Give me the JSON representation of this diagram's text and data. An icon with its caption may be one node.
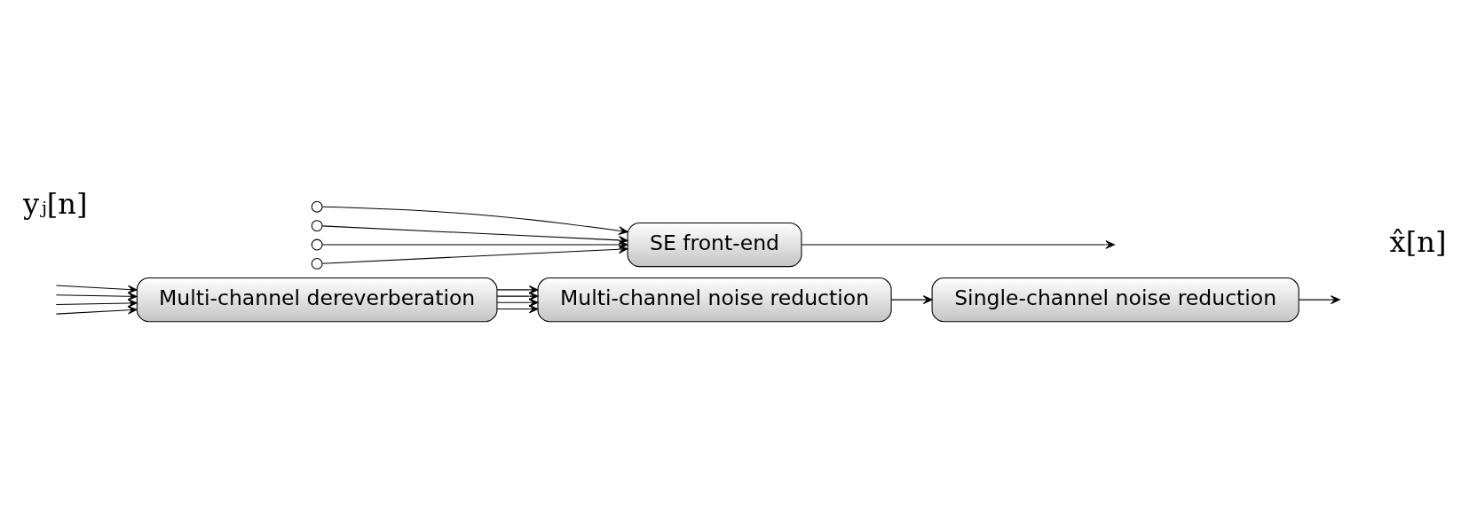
{
  "diagram": {
    "nodes": [
      {
        "text": [],
        "shape": "circle"
      },
      {
        "text": [],
        "shape": "circle"
      },
      {
        "text": [],
        "shape": "circle"
      },
      {
        "text": [],
        "shape": "circle"
      },
      {
        "text": [
          "SE front-end"
        ]
      },
      {
        "text": [
          "Multi-channel dereverberation"
        ]
      },
      {
        "text": [
          "Multi-channel noise reduction"
        ]
      },
      {
        "text": [
          "Single-channel noise reduction"
        ]
      }
    ],
    "edges": [
      {
        "from": 0,
        "to": 4,
        "arrow": "to"
      },
      {
        "from": 1,
        "to": 4,
        "arrow": "to"
      },
      {
        "from": 2,
        "to": 4,
        "arrow": "to"
      },
      {
        "from": 3,
        "to": 4,
        "arrow": "to"
      },
      {
        "from": 4,
        "to": null,
        "arrow": "to"
      },
      {
        "from": null,
        "to": 5,
        "arrow": "to"
      },
      {
        "from": null,
        "to": 5,
        "arrow": "to"
      },
      {
        "from": null,
        "to": 5,
        "arrow": "to"
      },
      {
        "from": null,
        "to": 5,
        "arrow": "to"
      },
      {
        "from": 5,
        "to": 6,
        "arrow": "to"
      },
      {
        "from": 5,
        "to": 6,
        "arrow": "to"
      },
      {
        "from": 5,
        "to": 6,
        "arrow": "to"
      },
      {
        "from": 5,
        "to": 6,
        "arrow": "to"
      },
      {
        "from": 6,
        "to": 7,
        "arrow": "to"
      },
      {
        "from": 7,
        "to": null,
        "arrow": "to"
      }
    ],
    "labels": [
      "yⱼ[n]",
      "x̂[n]"
    ]
  }
}
